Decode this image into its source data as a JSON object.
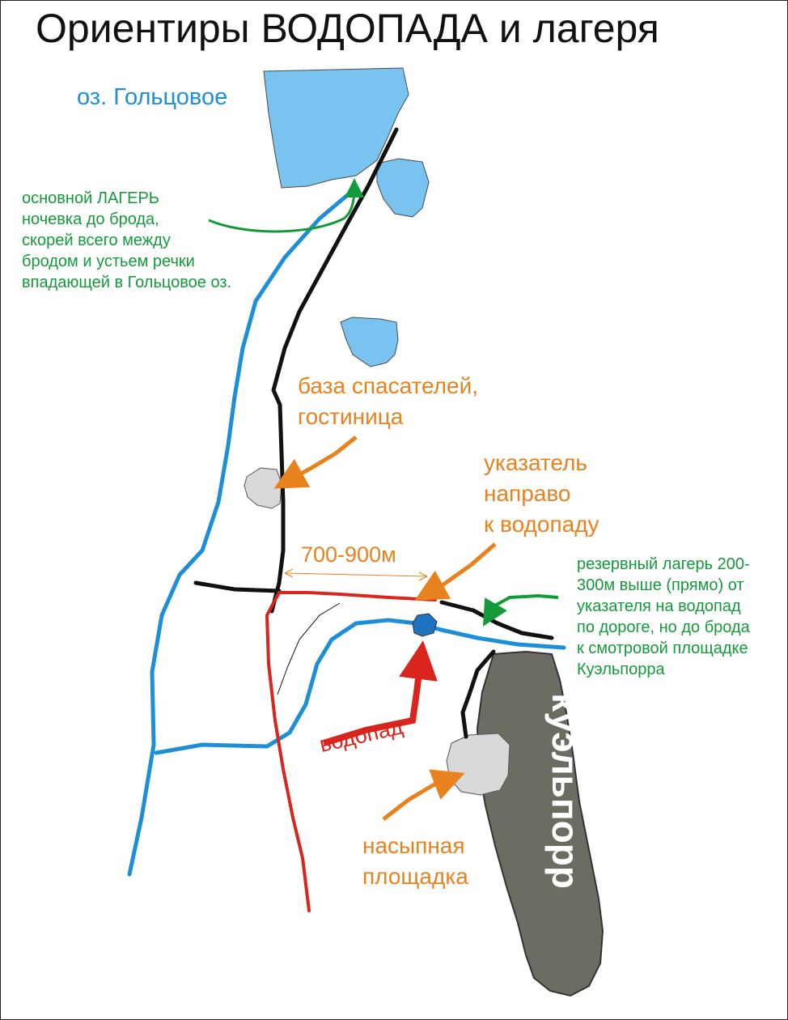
{
  "title": "Ориентиры ВОДОПАДА и лагеря",
  "lake_label": "оз. Гольцовое",
  "main_camp": {
    "lines": [
      "основной ЛАГЕРЬ",
      "ночевка до брода,",
      "скорей всего между",
      "бродом и устьем речки",
      "впадающей в Гольцовое оз."
    ]
  },
  "rescue_base": {
    "lines": [
      "база спасателей,",
      "гостиница"
    ]
  },
  "signpost": {
    "lines": [
      "указатель",
      "направо",
      "к водопаду"
    ]
  },
  "distance": "700-900м",
  "reserve_camp": {
    "lines": [
      "резервный лагерь 200-",
      "300м выше (прямо) от",
      "указателя на водопад",
      "по дороге, но до брода",
      "к смотровой площадке",
      "Куэльпорра"
    ]
  },
  "waterfall": "водопад",
  "fill_platform": {
    "lines": [
      "насыпная",
      "площадка"
    ]
  },
  "mountain": "куэльпорр",
  "colors": {
    "lake": "#78c3ef",
    "river": "#1e8fd6",
    "road": "#111111",
    "red_trail": "#d9251d",
    "orange_arrow": "#e8821e",
    "green_arrow": "#149a3a",
    "mountain": "#6d6c63",
    "platform": "#d9d9d9"
  }
}
